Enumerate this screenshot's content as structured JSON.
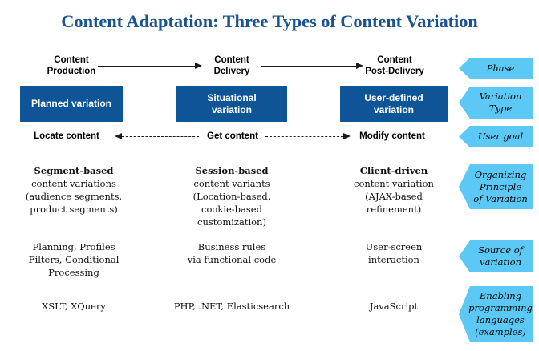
{
  "title": "Content Adaptation: Three Types of Content Variation",
  "colors": {
    "title_blue": "#1a5490",
    "box_blue": "#0d5596",
    "chevron_cyan": "#5bc8f5",
    "text_black": "#111111"
  },
  "phases": [
    {
      "line1": "Content",
      "line2": "Production"
    },
    {
      "line1": "Content",
      "line2": "Delivery"
    },
    {
      "line1": "Content",
      "line2": "Post-Delivery"
    }
  ],
  "variation_types": [
    "Planned variation",
    "Situational\nvariation",
    "User-defined\nvariation"
  ],
  "user_goals": [
    "Locate content",
    "Get content",
    "Modify content"
  ],
  "organizing_principles": [
    {
      "lead": "Segment-based",
      "rest": "content variations\n(audience segments,\nproduct segments)"
    },
    {
      "lead": "Session-based",
      "rest": "content variants\n(Location-based,\ncookie-based\ncustomization)"
    },
    {
      "lead": "Client-driven",
      "rest": "content variation\n(AJAX-based\nrefinement)"
    }
  ],
  "sources": [
    "Planning, Profiles\nFilters, Conditional\nProcessing",
    "Business rules\nvia functional code",
    "User-screen\ninteraction"
  ],
  "languages": [
    "XSLT, XQuery",
    "PHP, .NET, Elasticsearch",
    "JavaScript"
  ],
  "row_labels": [
    "Phase",
    "Variation\nType",
    "User goal",
    "Organizing\nPrinciple\nof Variation",
    "Source of\nvariation",
    "Enabling\nprogramming\nlanguages\n(examples)"
  ]
}
